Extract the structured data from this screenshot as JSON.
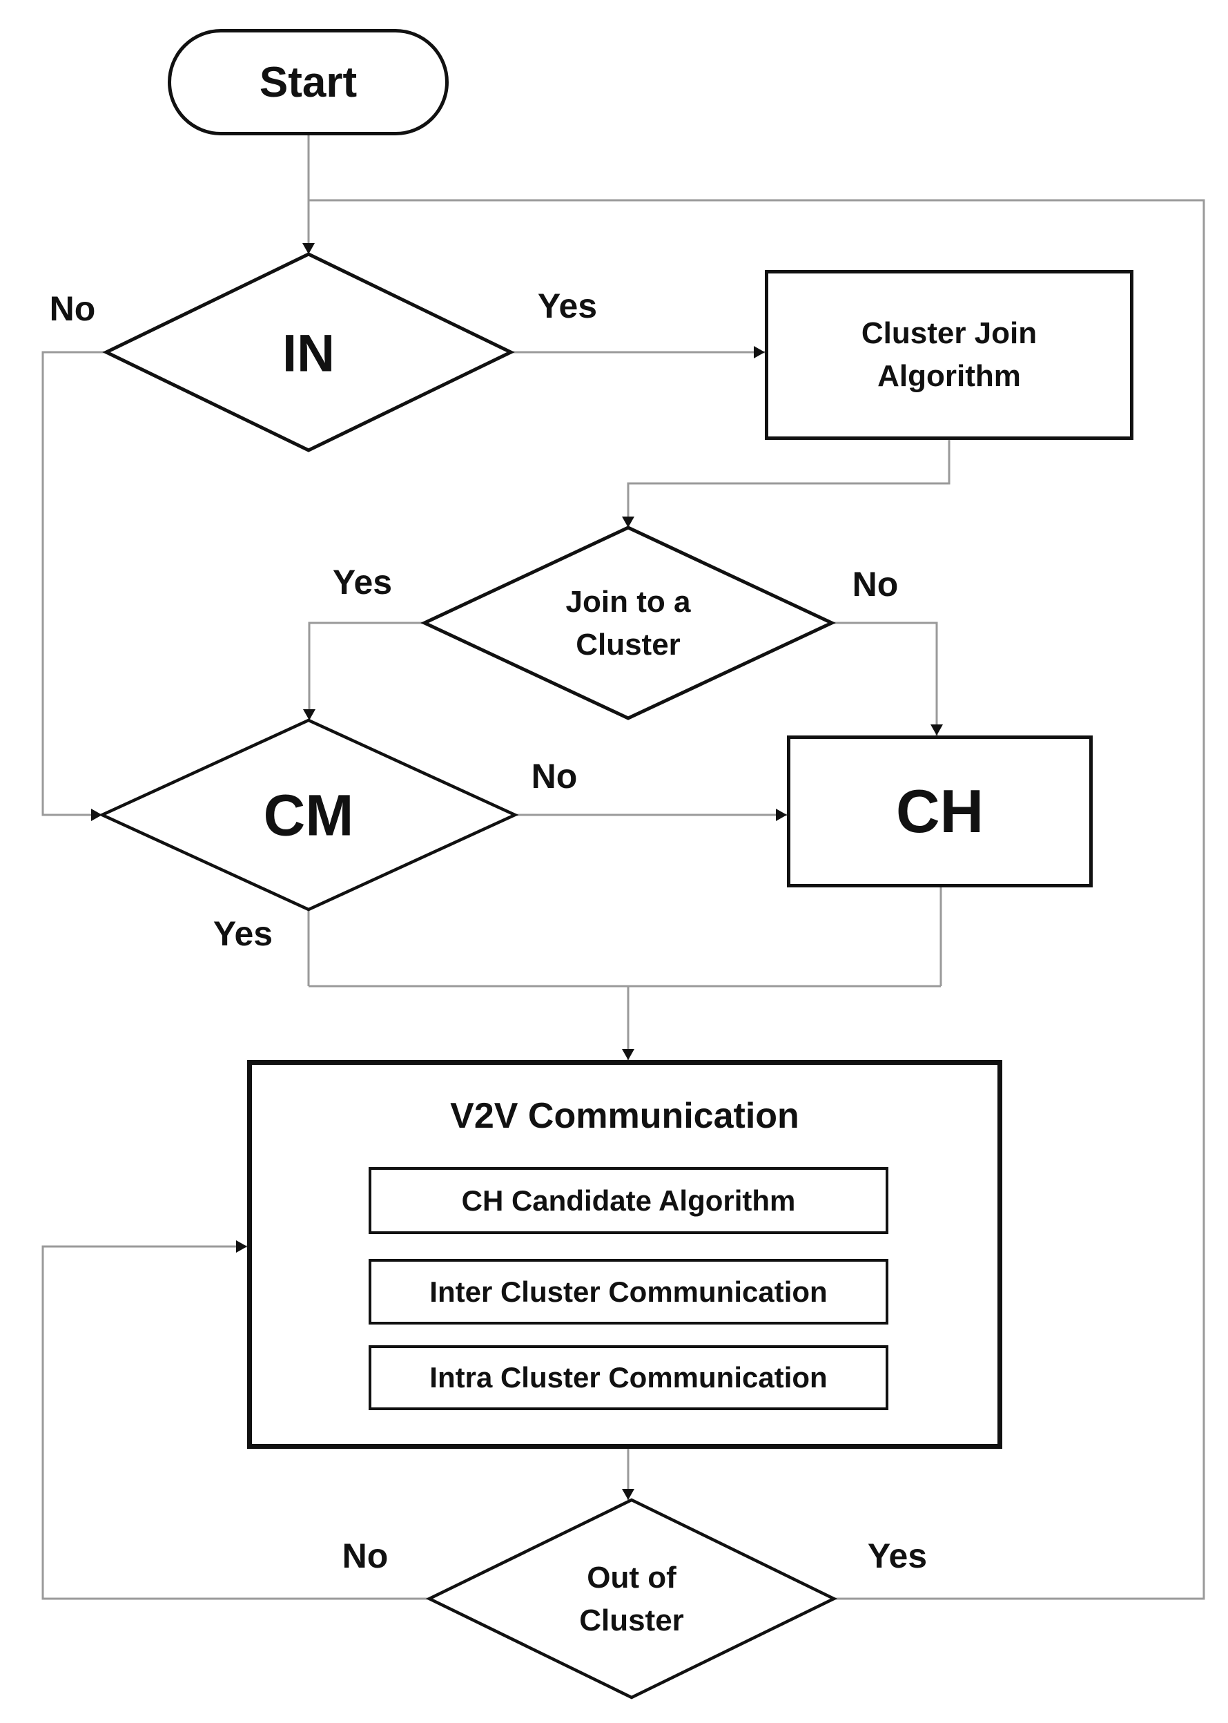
{
  "flowchart": {
    "nodes": {
      "start": {
        "label": "Start"
      },
      "in_decision": {
        "label": "IN"
      },
      "cluster_join_algorithm": {
        "line1": "Cluster Join",
        "line2": "Algorithm"
      },
      "join_to_a_cluster": {
        "line1": "Join to a",
        "line2": "Cluster"
      },
      "cm_decision": {
        "label": "CM"
      },
      "ch": {
        "label": "CH"
      },
      "v2v_communication": {
        "title": "V2V Communication",
        "steps": [
          "CH Candidate Algorithm",
          "Inter Cluster Communication",
          "Intra Cluster Communication"
        ]
      },
      "out_of_cluster": {
        "line1": "Out of",
        "line2": "Cluster"
      }
    },
    "edge_labels": {
      "in_yes": "Yes",
      "in_no": "No",
      "join_yes": "Yes",
      "join_no": "No",
      "cm_yes": "Yes",
      "cm_no": "No",
      "out_yes": "Yes",
      "out_no": "No"
    },
    "colors": {
      "shape_stroke": "#111111",
      "connector": "#9a9a9a",
      "text": "#111111",
      "background": "#ffffff"
    }
  }
}
